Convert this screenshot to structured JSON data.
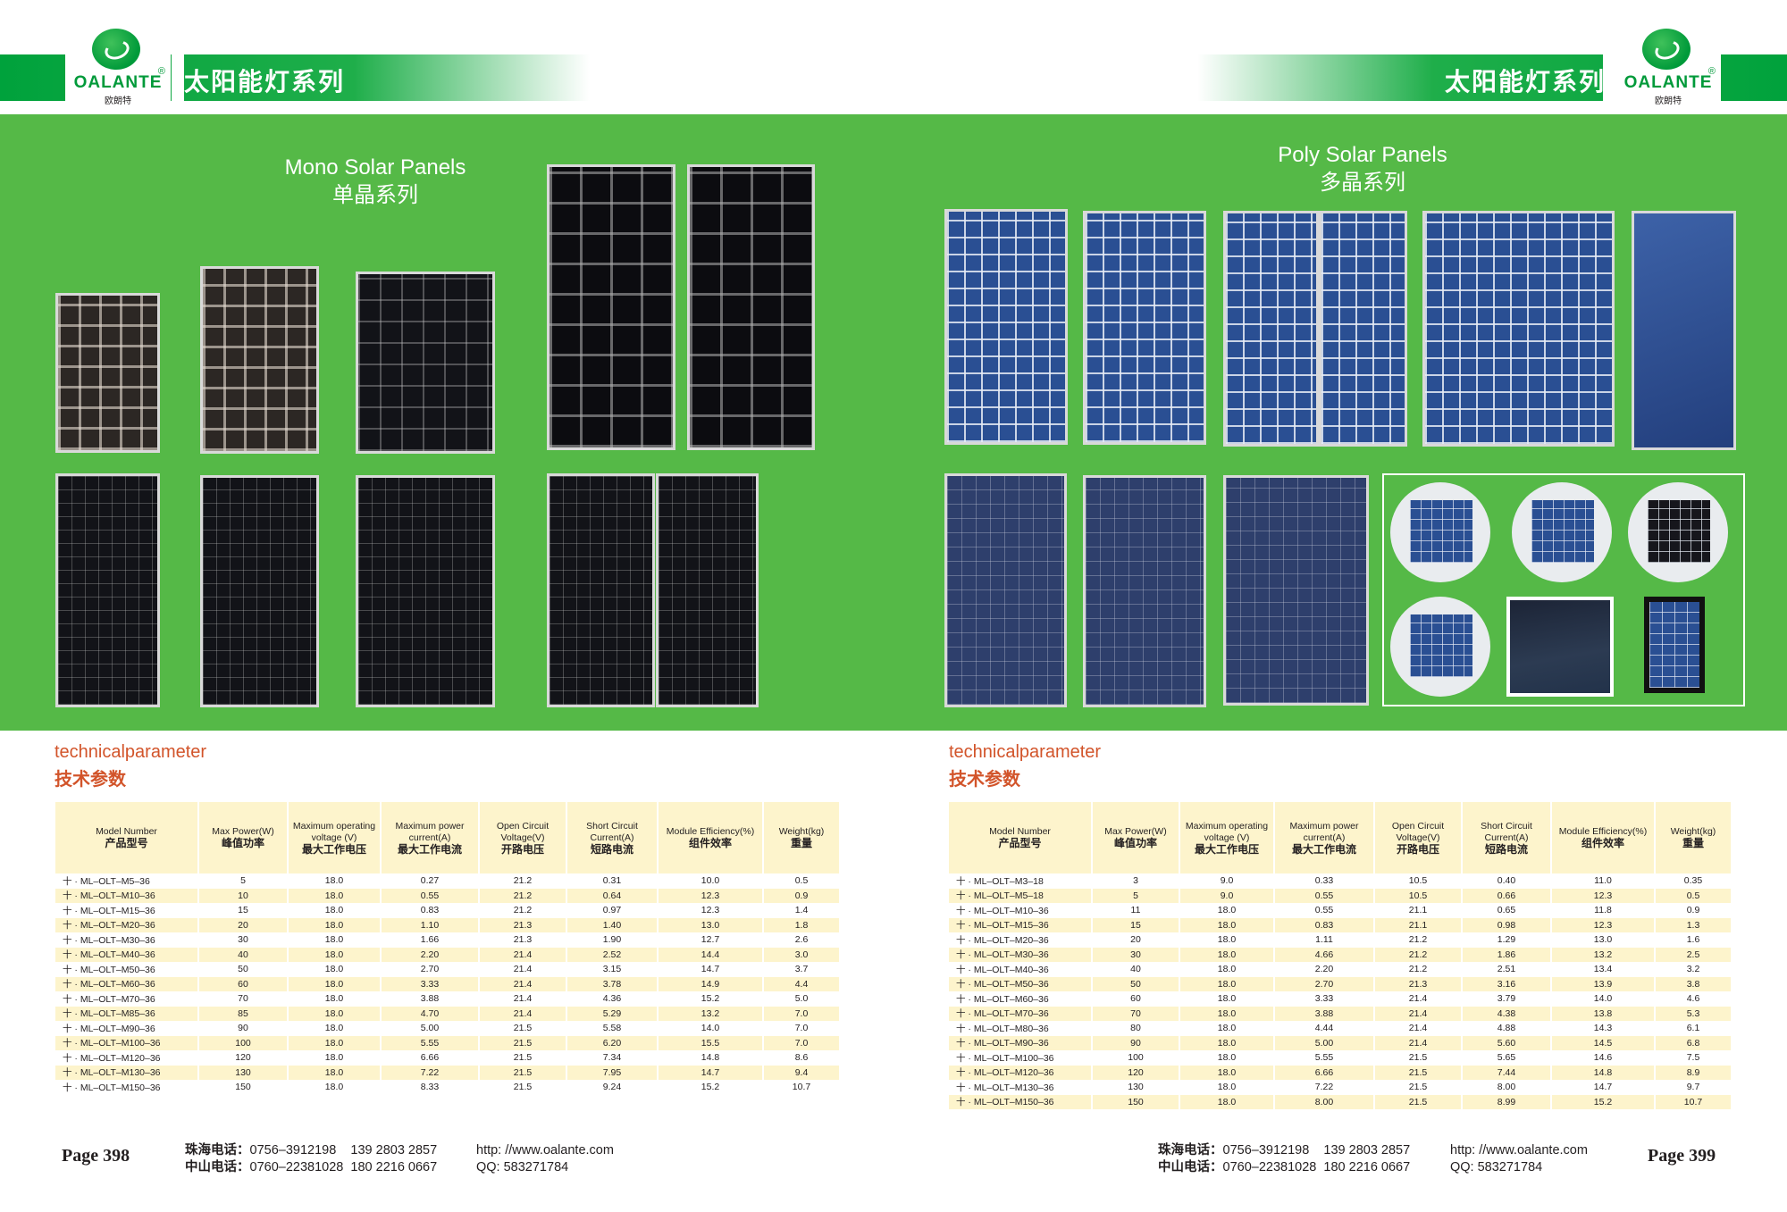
{
  "header": {
    "title": "太阳能灯系列",
    "brand": "OALANTE",
    "brand_cn": "欧朗特",
    "registered": "®"
  },
  "mono": {
    "title_en": "Mono Solar Panels",
    "title_cn": "单晶系列"
  },
  "poly": {
    "title_en": "Poly Solar Panels",
    "title_cn": "多晶系列"
  },
  "tech": {
    "title_en": "technicalparameter",
    "title_cn": "技术参数"
  },
  "table_headers": [
    {
      "en": "Model Number",
      "cn": "产品型号"
    },
    {
      "en": "Max Power(W)",
      "cn": "峰值功率"
    },
    {
      "en": "Maximum operating voltage (V)",
      "cn": "最大工作电压"
    },
    {
      "en": "Maximum power current(A)",
      "cn": "最大工作电流"
    },
    {
      "en": "Open Circuit Voltage(V)",
      "cn": "开路电压"
    },
    {
      "en": "Short Circuit Current(A)",
      "cn": "短路电流"
    },
    {
      "en": "Module Efficiency(%)",
      "cn": "组件效率"
    },
    {
      "en": "Weight(kg)",
      "cn": "重量"
    }
  ],
  "mono_rows": [
    [
      "十 · ML–OLT–M5–36",
      "5",
      "18.0",
      "0.27",
      "21.2",
      "0.31",
      "10.0",
      "0.5"
    ],
    [
      "十 · ML–OLT–M10–36",
      "10",
      "18.0",
      "0.55",
      "21.2",
      "0.64",
      "12.3",
      "0.9"
    ],
    [
      "十 · ML–OLT–M15–36",
      "15",
      "18.0",
      "0.83",
      "21.2",
      "0.97",
      "12.3",
      "1.4"
    ],
    [
      "十 · ML–OLT–M20–36",
      "20",
      "18.0",
      "1.10",
      "21.3",
      "1.40",
      "13.0",
      "1.8"
    ],
    [
      "十 · ML–OLT–M30–36",
      "30",
      "18.0",
      "1.66",
      "21.3",
      "1.90",
      "12.7",
      "2.6"
    ],
    [
      "十 · ML–OLT–M40–36",
      "40",
      "18.0",
      "2.20",
      "21.4",
      "2.52",
      "14.4",
      "3.0"
    ],
    [
      "十 · ML–OLT–M50–36",
      "50",
      "18.0",
      "2.70",
      "21.4",
      "3.15",
      "14.7",
      "3.7"
    ],
    [
      "十 · ML–OLT–M60–36",
      "60",
      "18.0",
      "3.33",
      "21.4",
      "3.78",
      "14.9",
      "4.4"
    ],
    [
      "十 · ML–OLT–M70–36",
      "70",
      "18.0",
      "3.88",
      "21.4",
      "4.36",
      "15.2",
      "5.0"
    ],
    [
      "十 · ML–OLT–M85–36",
      "85",
      "18.0",
      "4.70",
      "21.4",
      "5.29",
      "13.2",
      "7.0"
    ],
    [
      "十 · ML–OLT–M90–36",
      "90",
      "18.0",
      "5.00",
      "21.5",
      "5.58",
      "14.0",
      "7.0"
    ],
    [
      "十 · ML–OLT–M100–36",
      "100",
      "18.0",
      "5.55",
      "21.5",
      "6.20",
      "15.5",
      "7.0"
    ],
    [
      "十 · ML–OLT–M120–36",
      "120",
      "18.0",
      "6.66",
      "21.5",
      "7.34",
      "14.8",
      "8.6"
    ],
    [
      "十 · ML–OLT–M130–36",
      "130",
      "18.0",
      "7.22",
      "21.5",
      "7.95",
      "14.7",
      "9.4"
    ],
    [
      "十 · ML–OLT–M150–36",
      "150",
      "18.0",
      "8.33",
      "21.5",
      "9.24",
      "15.2",
      "10.7"
    ]
  ],
  "poly_rows": [
    [
      "十 · ML–OLT–M3–18",
      "3",
      "9.0",
      "0.33",
      "10.5",
      "0.40",
      "11.0",
      "0.35"
    ],
    [
      "十 · ML–OLT–M5–18",
      "5",
      "9.0",
      "0.55",
      "10.5",
      "0.66",
      "12.3",
      "0.5"
    ],
    [
      "十 · ML–OLT–M10–36",
      "11",
      "18.0",
      "0.55",
      "21.1",
      "0.65",
      "11.8",
      "0.9"
    ],
    [
      "十 · ML–OLT–M15–36",
      "15",
      "18.0",
      "0.83",
      "21.1",
      "0.98",
      "12.3",
      "1.3"
    ],
    [
      "十 · ML–OLT–M20–36",
      "20",
      "18.0",
      "1.11",
      "21.2",
      "1.29",
      "13.0",
      "1.6"
    ],
    [
      "十 · ML–OLT–M30–36",
      "30",
      "18.0",
      "4.66",
      "21.2",
      "1.86",
      "13.2",
      "2.5"
    ],
    [
      "十 · ML–OLT–M40–36",
      "40",
      "18.0",
      "2.20",
      "21.2",
      "2.51",
      "13.4",
      "3.2"
    ],
    [
      "十 · ML–OLT–M50–36",
      "50",
      "18.0",
      "2.70",
      "21.3",
      "3.16",
      "13.9",
      "3.8"
    ],
    [
      "十 · ML–OLT–M60–36",
      "60",
      "18.0",
      "3.33",
      "21.4",
      "3.79",
      "14.0",
      "4.6"
    ],
    [
      "十 · ML–OLT–M70–36",
      "70",
      "18.0",
      "3.88",
      "21.4",
      "4.38",
      "13.8",
      "5.3"
    ],
    [
      "十 · ML–OLT–M80–36",
      "80",
      "18.0",
      "4.44",
      "21.4",
      "4.88",
      "14.3",
      "6.1"
    ],
    [
      "十 · ML–OLT–M90–36",
      "90",
      "18.0",
      "5.00",
      "21.4",
      "5.60",
      "14.5",
      "6.8"
    ],
    [
      "十 · ML–OLT–M100–36",
      "100",
      "18.0",
      "5.55",
      "21.5",
      "5.65",
      "14.6",
      "7.5"
    ],
    [
      "十 · ML–OLT–M120–36",
      "120",
      "18.0",
      "6.66",
      "21.5",
      "7.44",
      "14.8",
      "8.9"
    ],
    [
      "十 · ML–OLT–M130–36",
      "130",
      "18.0",
      "7.22",
      "21.5",
      "8.00",
      "14.7",
      "9.7"
    ],
    [
      "十 · ML–OLT–M150–36",
      "150",
      "18.0",
      "8.00",
      "21.5",
      "8.99",
      "15.2",
      "10.7"
    ]
  ],
  "footer": {
    "zhuhai_label": "珠海电话：",
    "zhuhai_phone": "0756–3912198",
    "mobile1": "139 2803 2857",
    "zhongshan_label": "中山电话：",
    "zhongshan_phone": "0760–22381028",
    "mobile2": "180 2216 0667",
    "http_label": "http: //www.oalante.com",
    "qq_label": "QQ: 583271784",
    "page_left": "Page 398",
    "page_right": "Page 399"
  },
  "colors": {
    "brand_green": "#00a23c",
    "band_green": "#55b947",
    "accent_orange": "#d2542a",
    "row_tint": "#fdf4cc"
  }
}
